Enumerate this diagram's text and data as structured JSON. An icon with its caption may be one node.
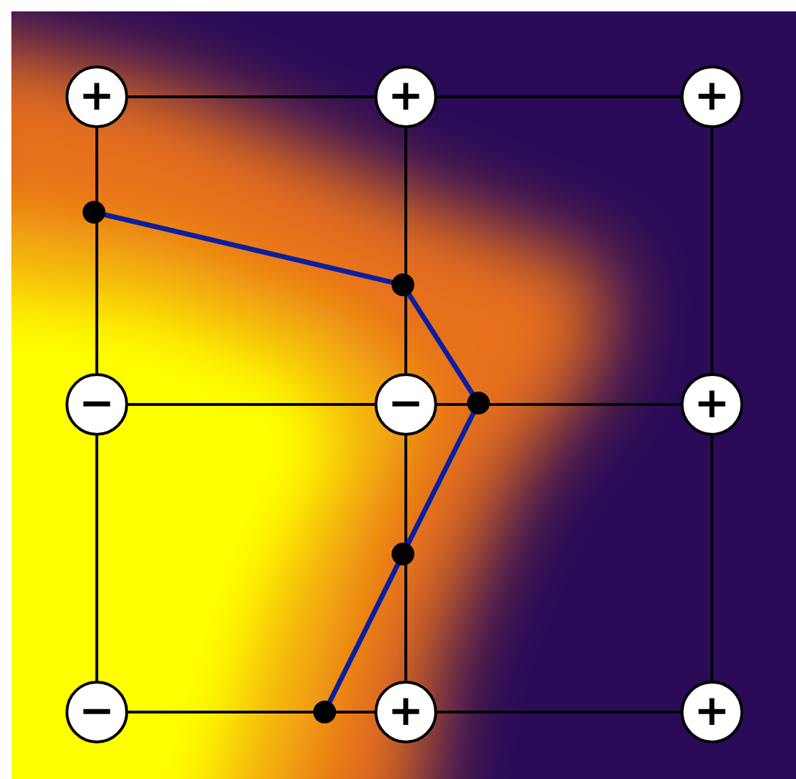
{
  "diagram": {
    "nodes": [
      {
        "text": [
          "+"
        ]
      },
      {
        "text": [
          "+"
        ]
      },
      {
        "text": [
          "+"
        ]
      },
      {
        "text": [
          "−"
        ]
      },
      {
        "text": [
          "−"
        ]
      },
      {
        "text": [
          "+"
        ]
      },
      {
        "text": [
          "−"
        ]
      },
      {
        "text": [
          "+"
        ]
      },
      {
        "text": [
          "+"
        ]
      }
    ],
    "edges": [
      {
        "from": 0,
        "to": 1,
        "arrow": "none"
      },
      {
        "from": 1,
        "to": 2,
        "arrow": "none"
      },
      {
        "from": 3,
        "to": 4,
        "arrow": "none"
      },
      {
        "from": 4,
        "to": 5,
        "arrow": "none"
      },
      {
        "from": 6,
        "to": 7,
        "arrow": "none"
      },
      {
        "from": 7,
        "to": 8,
        "arrow": "none"
      },
      {
        "from": 0,
        "to": 3,
        "arrow": "none"
      },
      {
        "from": 3,
        "to": 6,
        "arrow": "none"
      },
      {
        "from": 1,
        "to": 4,
        "arrow": "none"
      },
      {
        "from": 4,
        "to": 7,
        "arrow": "none"
      },
      {
        "from": 2,
        "to": 5,
        "arrow": "none"
      },
      {
        "from": 5,
        "to": 8,
        "arrow": "none"
      }
    ]
  }
}
